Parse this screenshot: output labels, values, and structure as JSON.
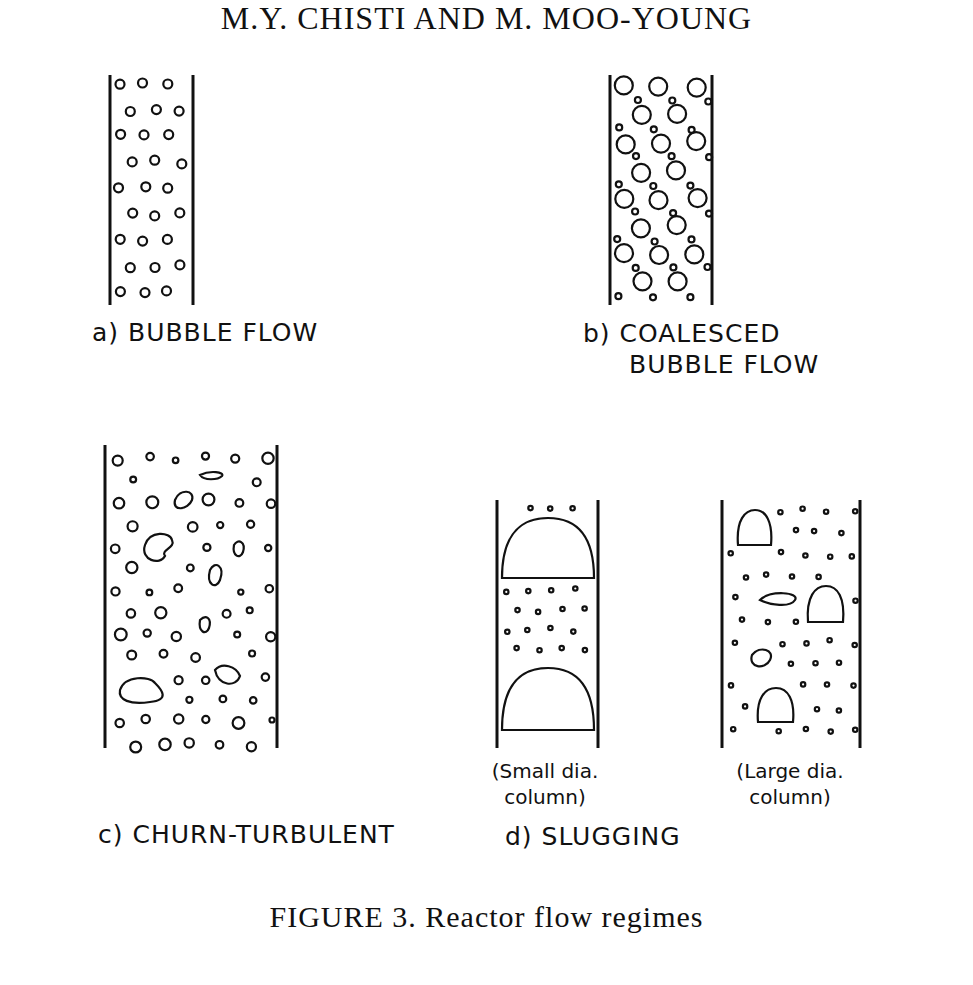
{
  "diagram": {
    "caption": "FIGURE 3. Reactor flow regimes",
    "labels": [
      "M.Y. CHISTI AND M. MOO-YOUNG",
      "a) BUBBLE FLOW",
      "b) COALESCED BUBBLE FLOW",
      "c) CHURN-TURBULENT",
      "(Small dia. column)",
      "(Large dia. column)",
      "d) SLUGGING"
    ]
  }
}
